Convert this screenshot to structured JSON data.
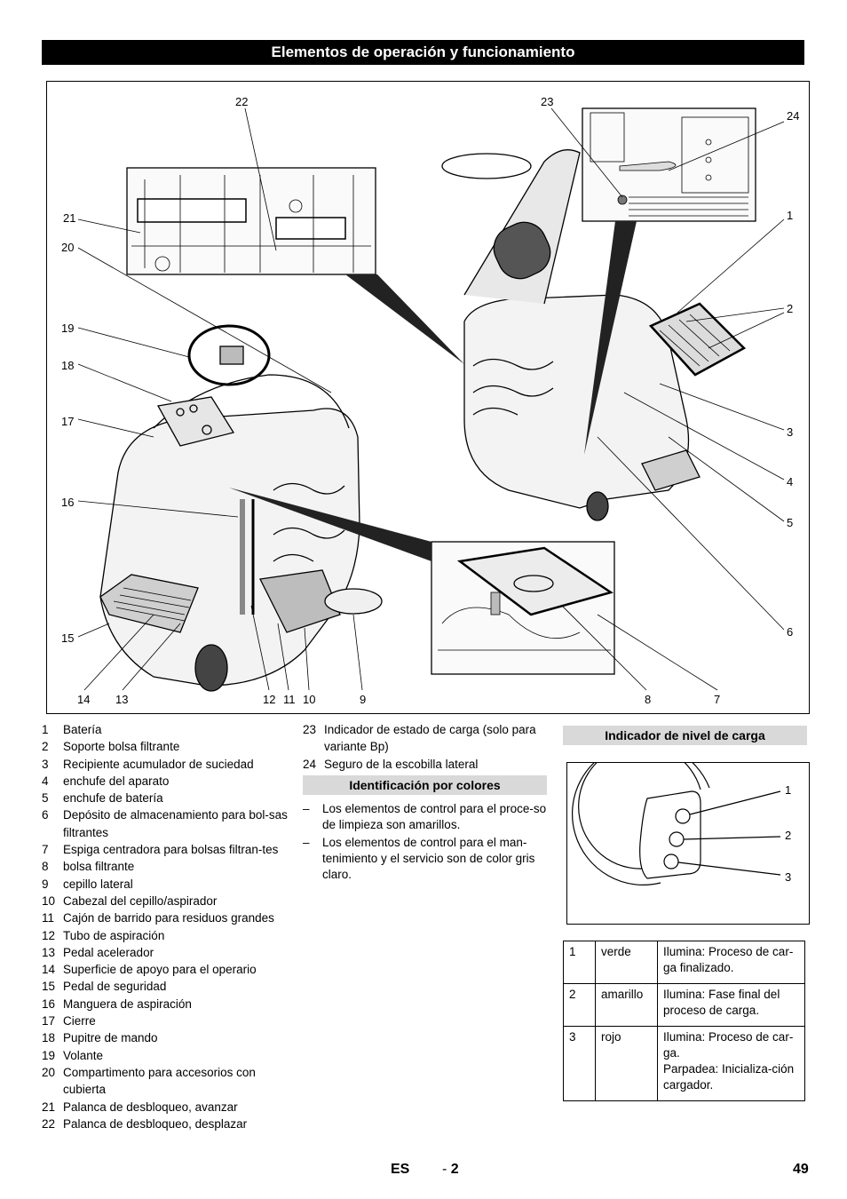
{
  "title": "Elementos de operación y funcionamiento",
  "figure": {
    "callouts": [
      "22",
      "23",
      "24",
      "21",
      "20",
      "1",
      "2",
      "19",
      "18",
      "17",
      "3",
      "4",
      "16",
      "5",
      "6",
      "15",
      "14",
      "13",
      "12",
      "11",
      "10",
      "9",
      "8",
      "7"
    ]
  },
  "components": [
    {
      "num": "1",
      "text": "Batería"
    },
    {
      "num": "2",
      "text": "Soporte bolsa filtrante"
    },
    {
      "num": "3",
      "text": "Recipiente acumulador de suciedad"
    },
    {
      "num": "4",
      "text": "enchufe del aparato"
    },
    {
      "num": "5",
      "text": "enchufe de batería"
    },
    {
      "num": "6",
      "text": "Depósito de almacenamiento para bol-sas filtrantes"
    },
    {
      "num": "7",
      "text": "Espiga centradora para bolsas filtran-tes"
    },
    {
      "num": "8",
      "text": "bolsa filtrante"
    },
    {
      "num": "9",
      "text": "cepillo lateral"
    },
    {
      "num": "10",
      "text": "Cabezal del cepillo/aspirador"
    },
    {
      "num": "11",
      "text": "Cajón de barrido para residuos grandes"
    },
    {
      "num": "12",
      "text": "Tubo de aspiración"
    },
    {
      "num": "13",
      "text": "Pedal acelerador"
    },
    {
      "num": "14",
      "text": "Superficie de apoyo para el operario"
    },
    {
      "num": "15",
      "text": "Pedal de seguridad"
    },
    {
      "num": "16",
      "text": "Manguera de aspiración"
    },
    {
      "num": "17",
      "text": "Cierre"
    },
    {
      "num": "18",
      "text": "Pupitre de mando"
    },
    {
      "num": "19",
      "text": "Volante"
    },
    {
      "num": "20",
      "text": "Compartimento para accesorios con cubierta"
    },
    {
      "num": "21",
      "text": "Palanca de desbloqueo, avanzar"
    },
    {
      "num": "22",
      "text": "Palanca de desbloqueo, desplazar"
    },
    {
      "num": "23",
      "text": "Indicador de estado de carga (solo para variante Bp)"
    },
    {
      "num": "24",
      "text": "Seguro de la escobilla lateral"
    }
  ],
  "color_id": {
    "heading": "Identificación por colores",
    "items": [
      {
        "dash": "–",
        "text": "Los elementos de control para el proce-so de limpieza son amarillos."
      },
      {
        "dash": "–",
        "text": "Los elementos de control para el man-tenimiento y el servicio son de color gris claro."
      }
    ]
  },
  "charge_indicator": {
    "heading": "Indicador de nivel de carga",
    "callouts": [
      "1",
      "2",
      "3"
    ],
    "rows": [
      {
        "num": "1",
        "color": "verde",
        "desc": "Ilumina: Proceso de car-ga finalizado."
      },
      {
        "num": "2",
        "color": "amarillo",
        "desc": "Ilumina: Fase final del proceso de carga."
      },
      {
        "num": "3",
        "color": "rojo",
        "desc": "Ilumina: Proceso de car-ga.\nParpadea: Inicializa-ción cargador."
      }
    ]
  },
  "footer": {
    "lang": "ES",
    "page_prefix": "-",
    "page_local": "2",
    "page_number": "49"
  }
}
